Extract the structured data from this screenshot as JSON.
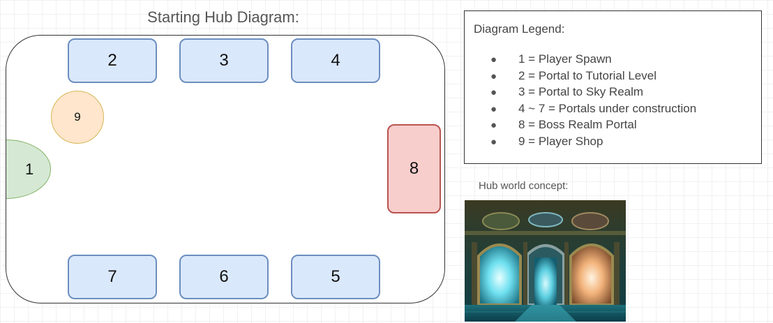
{
  "diagram": {
    "title": "Starting Hub Diagram:",
    "nodes": {
      "spawn": "1",
      "portal_2": "2",
      "portal_3": "3",
      "portal_4": "4",
      "portal_5": "5",
      "portal_6": "6",
      "portal_7": "7",
      "boss": "8",
      "shop": "9"
    },
    "colors": {
      "portal_fill": "#dae8fc",
      "portal_stroke": "#6c8ebf",
      "spawn_fill": "#d5e8d4",
      "spawn_stroke": "#82b366",
      "shop_fill": "#ffe6cc",
      "shop_stroke": "#d6b656",
      "boss_fill": "#f8cecc",
      "boss_stroke": "#b85450"
    }
  },
  "legend": {
    "title": "Diagram Legend:",
    "bullet": "●",
    "items": [
      "1 = Player Spawn",
      "2 = Portal to Tutorial Level",
      "3 =  Portal to Sky Realm",
      "4 ~ 7 = Portals under construction",
      "8 = Boss Realm Portal",
      "9 = Player Shop"
    ]
  },
  "concept": {
    "label": "Hub world concept:"
  }
}
